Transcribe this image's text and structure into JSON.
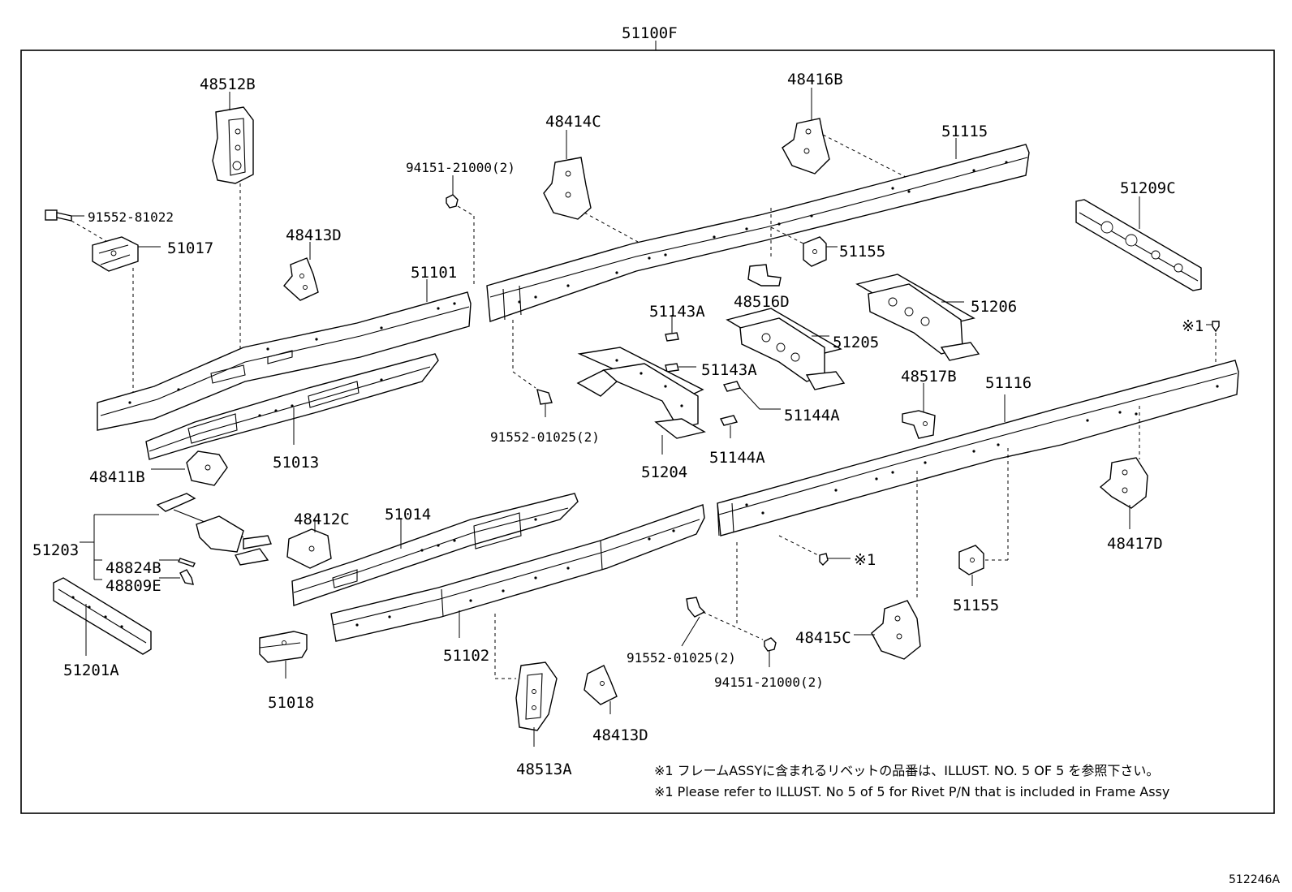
{
  "assembly_label": "51100F",
  "parts": [
    {
      "id": "p48512B",
      "text": "48512B"
    },
    {
      "id": "p91552_81022",
      "text": "91552-81022"
    },
    {
      "id": "p51017",
      "text": "51017"
    },
    {
      "id": "p48413D_top",
      "text": "48413D"
    },
    {
      "id": "p51101",
      "text": "51101"
    },
    {
      "id": "p51013",
      "text": "51013"
    },
    {
      "id": "p48411B",
      "text": "48411B"
    },
    {
      "id": "p51203",
      "text": "51203"
    },
    {
      "id": "p48824B",
      "text": "48824B"
    },
    {
      "id": "p48809E",
      "text": "48809E"
    },
    {
      "id": "p51201A",
      "text": "51201A"
    },
    {
      "id": "p51018",
      "text": "51018"
    },
    {
      "id": "p48412C",
      "text": "48412C"
    },
    {
      "id": "p51014",
      "text": "51014"
    },
    {
      "id": "p51102",
      "text": "51102"
    },
    {
      "id": "p48513A",
      "text": "48513A"
    },
    {
      "id": "p48413D_bot",
      "text": "48413D"
    },
    {
      "id": "p94151_top",
      "text": "94151-21000(2)"
    },
    {
      "id": "p48414C",
      "text": "48414C"
    },
    {
      "id": "p91552_01025_a",
      "text": "91552-01025(2)"
    },
    {
      "id": "p51204",
      "text": "51204"
    },
    {
      "id": "p51143A_a",
      "text": "51143A"
    },
    {
      "id": "p51143A_b",
      "text": "51143A"
    },
    {
      "id": "p51144A_a",
      "text": "51144A"
    },
    {
      "id": "p51144A_b",
      "text": "51144A"
    },
    {
      "id": "p48416B",
      "text": "48416B"
    },
    {
      "id": "p51115",
      "text": "51115"
    },
    {
      "id": "p51155_top",
      "text": "51155"
    },
    {
      "id": "p48516D",
      "text": "48516D"
    },
    {
      "id": "p51205",
      "text": "51205"
    },
    {
      "id": "p51206",
      "text": "51206"
    },
    {
      "id": "p48517B",
      "text": "48517B"
    },
    {
      "id": "p51116",
      "text": "51116"
    },
    {
      "id": "p51209C",
      "text": "51209C"
    },
    {
      "id": "p_rivet_top",
      "text": "※1"
    },
    {
      "id": "p48417D",
      "text": "48417D"
    },
    {
      "id": "p51155_bot",
      "text": "51155"
    },
    {
      "id": "p48415C",
      "text": "48415C"
    },
    {
      "id": "p_rivet_mid",
      "text": "※1"
    },
    {
      "id": "p91552_01025_b",
      "text": "91552-01025(2)"
    },
    {
      "id": "p94151_bot",
      "text": "94151-21000(2)"
    }
  ],
  "notes": {
    "jp": "※1 フレームASSYに含まれるリベットの品番は、ILLUST. NO. 5  OF  5 を参照下さい。",
    "en": "※1 Please refer to ILLUST. No 5 of 5 for Rivet P/N that is included in Frame Assy"
  },
  "illustration_number": "512246A"
}
